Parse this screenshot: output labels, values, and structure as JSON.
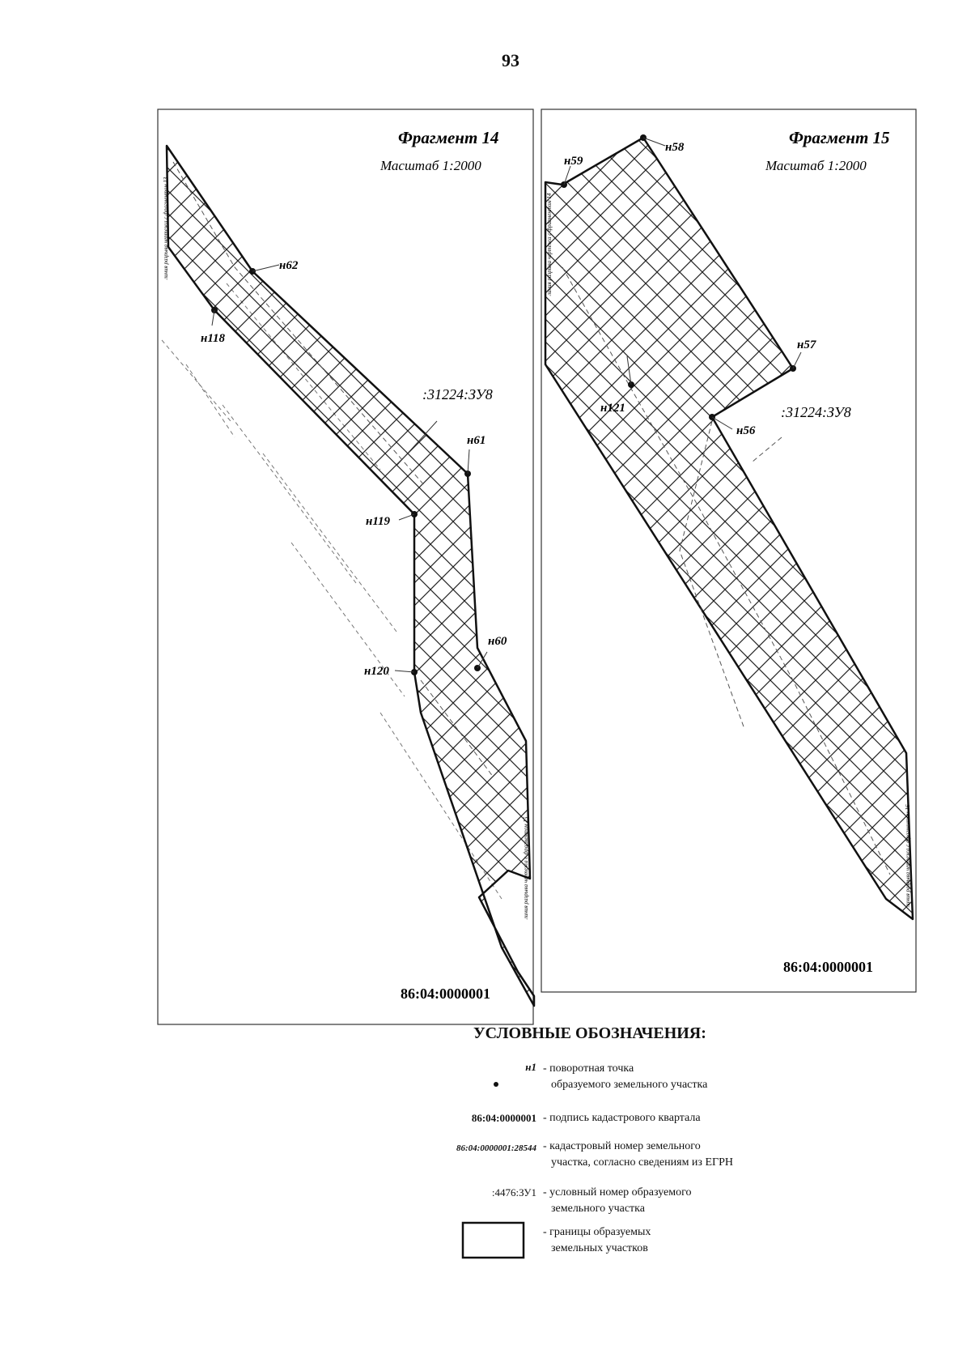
{
  "page_number": "93",
  "fragment_14": {
    "title": "Фрагмент 14",
    "scale": "Масштаб 1:2000",
    "side_label": "линия разрыва чертежа с фрагментом 13",
    "side_label_right": "линия разрыва чертежа с фрагментом 15",
    "points": [
      "н62",
      "н118",
      "н61",
      "н119",
      "н60",
      "н120"
    ],
    "parcel_number": ":31224:ЗУ8",
    "quarter": "86:04:0000001"
  },
  "fragment_15": {
    "title": "Фрагмент 15",
    "scale": "Масштаб 1:2000",
    "side_label": "линия разрыва чертежа с фрагментом 14",
    "side_label_right": "линия разрыва чертежа с фрагментом 16",
    "points": [
      "н58",
      "н59",
      "н57",
      "н121",
      "н56"
    ],
    "parcel_number": ":31224:ЗУ8",
    "quarter": "86:04:0000001"
  },
  "legend": {
    "title": "УСЛОВНЫЕ ОБОЗНАЧЕНИЯ:",
    "items": [
      {
        "symbol": "н1",
        "text1": "- поворотная точка",
        "text2": "образуемого земельного участка"
      },
      {
        "symbol": "86:04:0000001",
        "text1": "- подпись кадастрового квартала",
        "text2": ""
      },
      {
        "symbol": "86:04:0000001:28544",
        "text1": "- кадастровый номер земельного",
        "text2": "участка, согласно сведениям из ЕГРН"
      },
      {
        "symbol": ":4476:ЗУ1",
        "text1": "- условный номер образуемого",
        "text2": "земельного участка"
      },
      {
        "symbol": "",
        "text1": "- границы образуемых",
        "text2": "земельных участков"
      }
    ]
  }
}
